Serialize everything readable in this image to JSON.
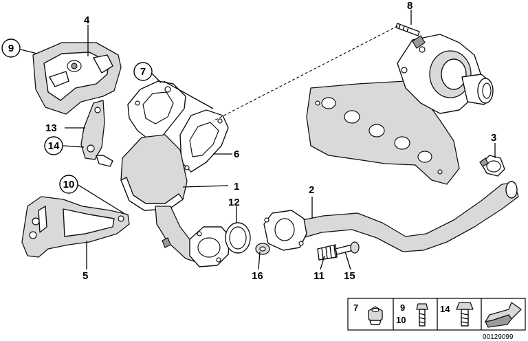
{
  "callouts": {
    "c1": "1",
    "c2": "2",
    "c3": "3",
    "c4": "4",
    "c5": "5",
    "c6": "6",
    "c7": "7",
    "c8": "8",
    "c9": "9",
    "c10": "10",
    "c11": "11",
    "c12": "12",
    "c13": "13",
    "c14": "14",
    "c15": "15",
    "c16": "16"
  },
  "legend": {
    "k7": "7",
    "k9": "9",
    "k10": "10",
    "k14": "14"
  },
  "diagram_number": "00129099",
  "icons": [
    "hex-nut-icon",
    "hex-bolt-icon",
    "flange-bolt-icon",
    "arrow-icon"
  ]
}
